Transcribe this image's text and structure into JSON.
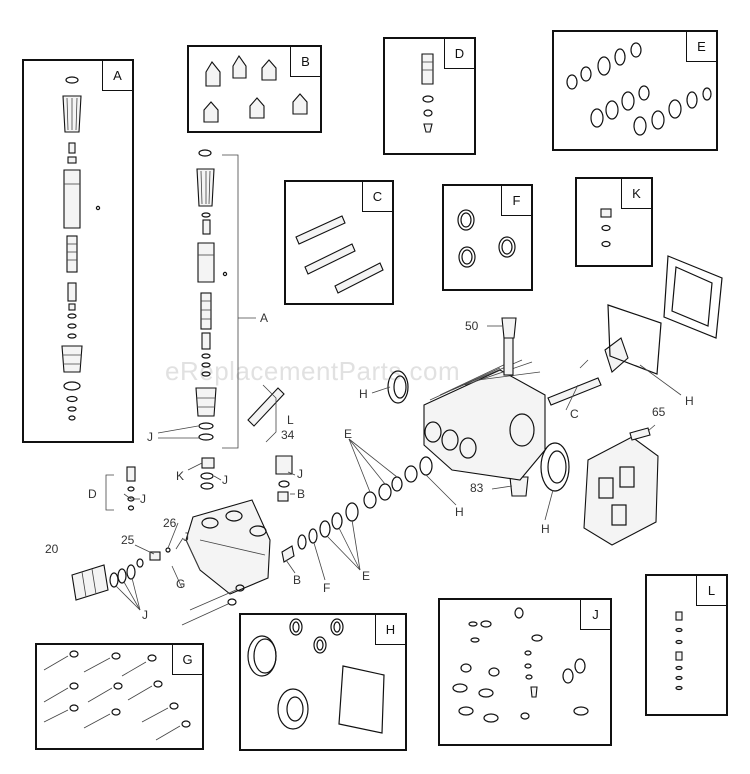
{
  "watermark": "eReplacementParts.com",
  "kits": [
    {
      "letter": "A"
    },
    {
      "letter": "B"
    },
    {
      "letter": "C"
    },
    {
      "letter": "D"
    },
    {
      "letter": "E"
    },
    {
      "letter": "F"
    },
    {
      "letter": "K"
    },
    {
      "letter": "G"
    },
    {
      "letter": "H"
    },
    {
      "letter": "J"
    },
    {
      "letter": "L"
    }
  ],
  "callouts": {
    "a": "A",
    "l": "L",
    "j_valve": "J",
    "k": "K",
    "j_k": "J",
    "d": "D",
    "j_d": "J",
    "n34": "34",
    "j_34": "J",
    "b_34": "B",
    "n26": "26",
    "j_26": "J",
    "n25": "25",
    "n20": "20",
    "j_20": "J",
    "g": "G",
    "b_seal": "B",
    "f": "F",
    "e_lower": "E",
    "e_upper": "E",
    "h_seal": "H",
    "n50": "50",
    "h_oil": "H",
    "c": "C",
    "h_right": "H",
    "n65": "65",
    "n83": "83",
    "h_cover": "H"
  }
}
